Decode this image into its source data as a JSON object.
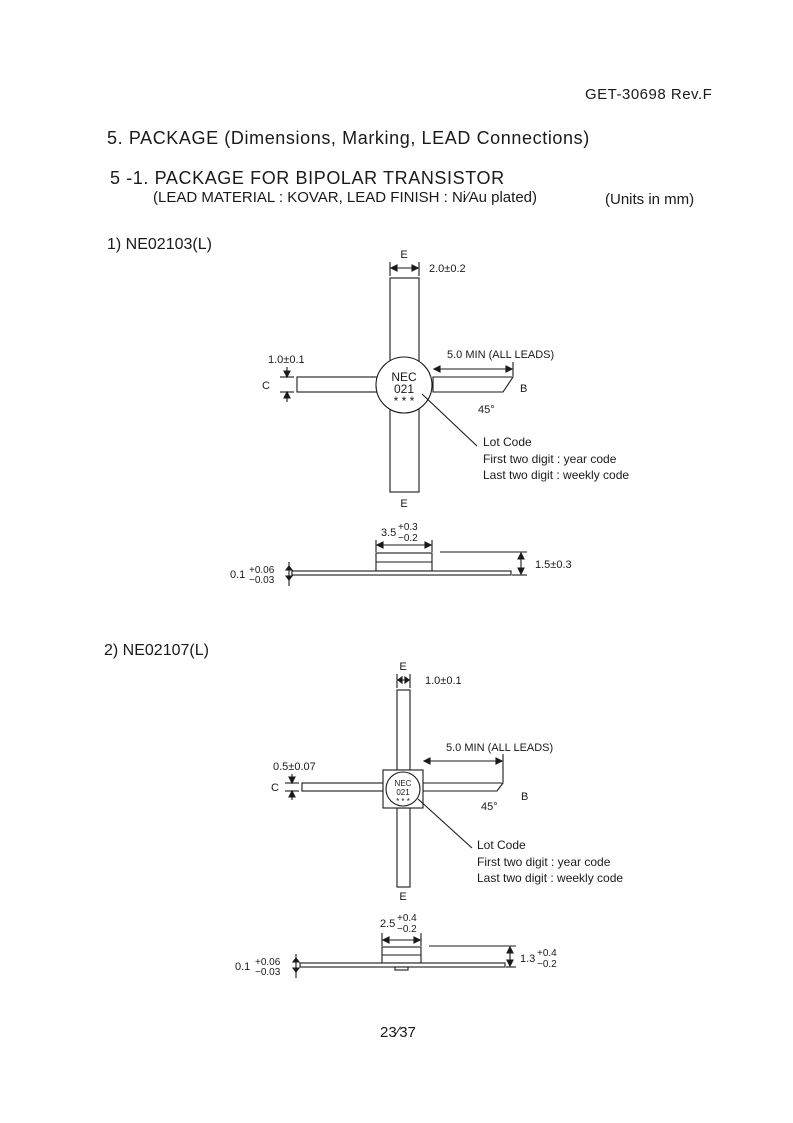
{
  "header": {
    "doc_id": "GET-30698  Rev.F"
  },
  "section": {
    "title": "5.  PACKAGE  (Dimensions, Marking, LEAD  Connections)",
    "subsection_title": "5 -1.   PACKAGE  FOR  BIPOLAR  TRANSISTOR",
    "material_note": "(LEAD MATERIAL : KOVAR, LEAD FINISH : Ni∕Au plated)",
    "units_note": "(Units in mm)"
  },
  "part1": {
    "label": "1)   NE02103(L)",
    "e_top": "E",
    "e_bottom": "E",
    "lead_c": "C",
    "lead_b": "B",
    "lead_width_dim": "2.0±0.2",
    "c_lead_dim": "1.0±0.1",
    "lead_length_dim": "5.0 MIN (ALL LEADS)",
    "angle": "45°",
    "marking": [
      "NEC",
      "021",
      "* * *"
    ],
    "lot_code": [
      "Lot Code",
      "First two digit : year code",
      "Last two digit : weekly code"
    ],
    "body_width_main": "3.5",
    "body_width_plus": "+0.3",
    "body_width_minus": "−0.2",
    "height_dim": "1.5±0.3",
    "thick_main": "0.1",
    "thick_plus": "+0.06",
    "thick_minus": "−0.03"
  },
  "part2": {
    "label": "2)   NE02107(L)",
    "e_top": "E",
    "e_bottom": "E",
    "lead_c": "C",
    "lead_b": "B",
    "lead_width_dim": "1.0±0.1",
    "c_lead_dim": "0.5±0.07",
    "lead_length_dim": "5.0 MIN (ALL LEADS)",
    "angle": "45°",
    "marking": [
      "NEC",
      "021",
      "* * *"
    ],
    "lot_code": [
      "Lot Code",
      "First two digit : year code",
      "Last two digit : weekly code"
    ],
    "body_width_main": "2.5",
    "body_width_plus": "+0.4",
    "body_width_minus": "−0.2",
    "height_main": "1.3",
    "height_plus": "+0.4",
    "height_minus": "−0.2",
    "thick_main": "0.1",
    "thick_plus": "+0.06",
    "thick_minus": "−0.03"
  },
  "footer": {
    "page_number": "23∕37"
  }
}
